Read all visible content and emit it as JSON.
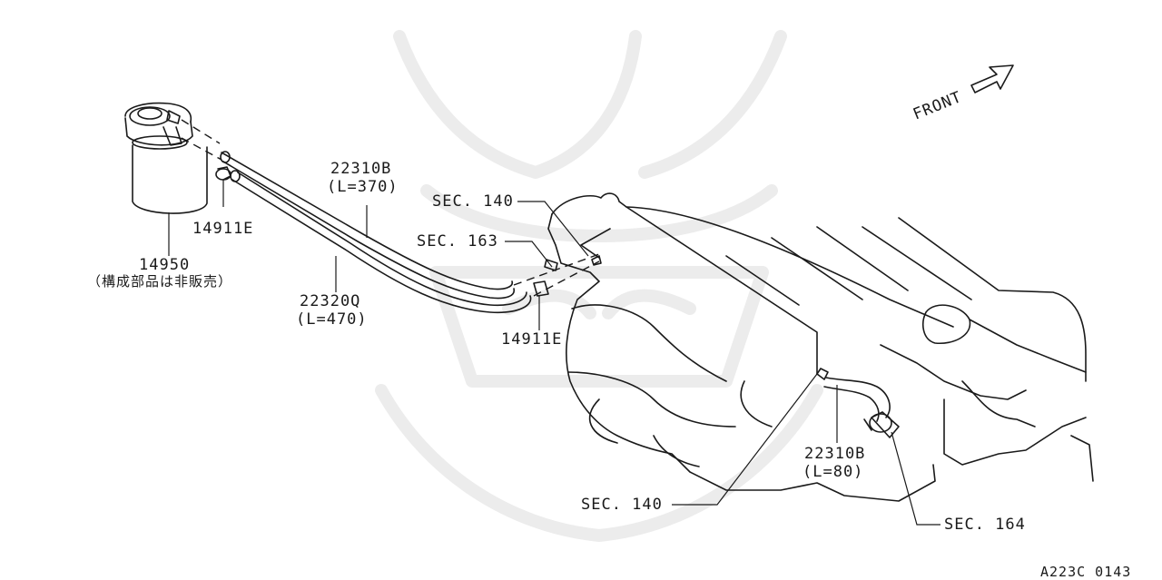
{
  "labels": {
    "front": "FRONT",
    "canister_part": "14950",
    "canister_note": "（構成部品は非販売）",
    "clamp_a": "14911E",
    "hose_a_part": "22310B",
    "hose_a_len": "(L=370)",
    "hose_b_part": "22320Q",
    "hose_b_len": "(L=470)",
    "clamp_b": "14911E",
    "sec_140_top": "SEC. 140",
    "sec_163": "SEC. 163",
    "hose_c_part": "22310B",
    "hose_c_len": "(L=80)",
    "sec_140_bottom": "SEC. 140",
    "sec_164": "SEC. 164",
    "figure_code": "A223C 0143"
  },
  "colors": {
    "line": "#1a1a1a",
    "watermark": "#ececec"
  },
  "icons": {
    "watermark": "samurai-helmet-watermark-icon",
    "front_arrow": "front-arrow-icon"
  }
}
